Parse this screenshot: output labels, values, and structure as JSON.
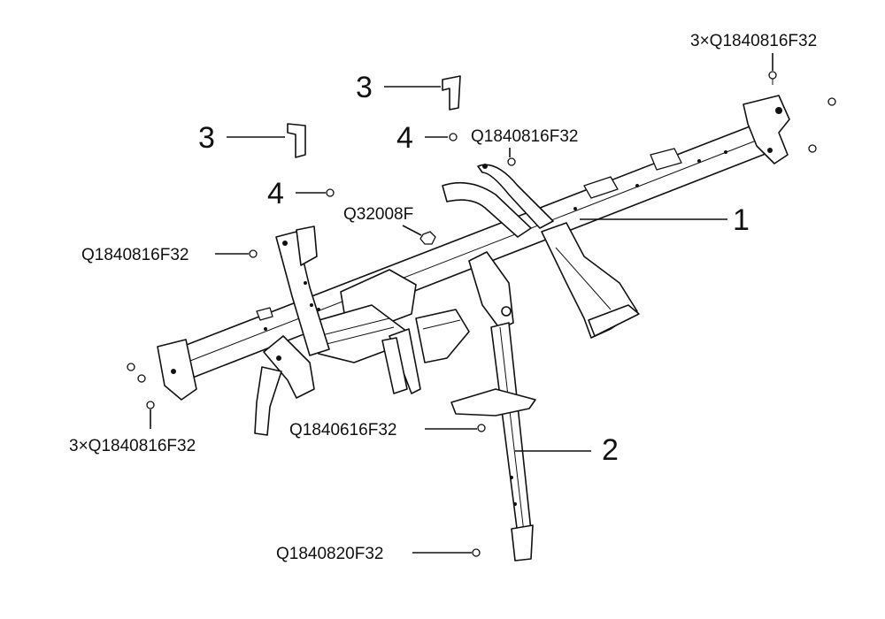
{
  "callouts": {
    "part_1": "1",
    "part_2": "2",
    "part_3_upper": "3",
    "part_3_left": "3",
    "part_4_upper": "4",
    "part_4_lower": "4",
    "fastener_top_right": "3×Q1840816F32",
    "fastener_upper_center": "Q1840816F32",
    "fastener_nut": "Q32008F",
    "fastener_left": "Q1840816F32",
    "fastener_bottom_left": "3×Q1840816F32",
    "fastener_center": "Q1840616F32",
    "fastener_bottom": "Q1840820F32"
  }
}
